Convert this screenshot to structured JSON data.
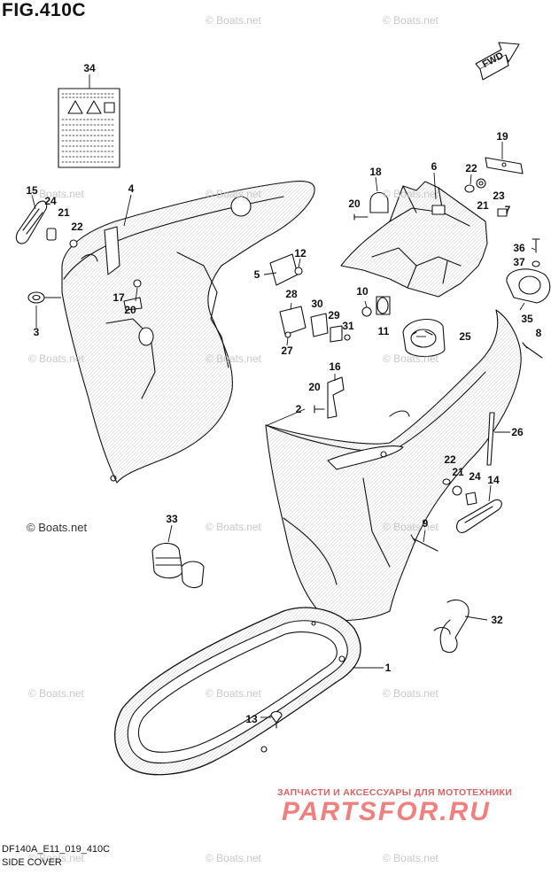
{
  "figure": {
    "title": "FIG.410C",
    "code": "DF140A_E11_019_410C",
    "name": "SIDE COVER",
    "direction_arrow": "FWD"
  },
  "watermark": {
    "text": "© Boats.net"
  },
  "shop_banner": {
    "tagline": "ЗАПЧАСТИ И АКСЕССУАРЫ ДЛЯ МОТОТЕХНИКИ",
    "logo": "PARTSFOR.RU"
  },
  "callouts": [
    "34",
    "19",
    "18",
    "6",
    "22",
    "20",
    "23",
    "21",
    "7",
    "15",
    "24",
    "21",
    "22",
    "4",
    "12",
    "36",
    "37",
    "5",
    "17",
    "20",
    "28",
    "30",
    "10",
    "3",
    "29",
    "31",
    "11",
    "25",
    "35",
    "27",
    "8",
    "16",
    "20",
    "2",
    "26",
    "22",
    "21",
    "24",
    "14",
    "33",
    "9",
    "32",
    "1",
    "13"
  ],
  "colors": {
    "line": "#111111",
    "shading": "#e6e6e6",
    "watermark": "#c9c9c9",
    "shop_red": "#f08080"
  }
}
